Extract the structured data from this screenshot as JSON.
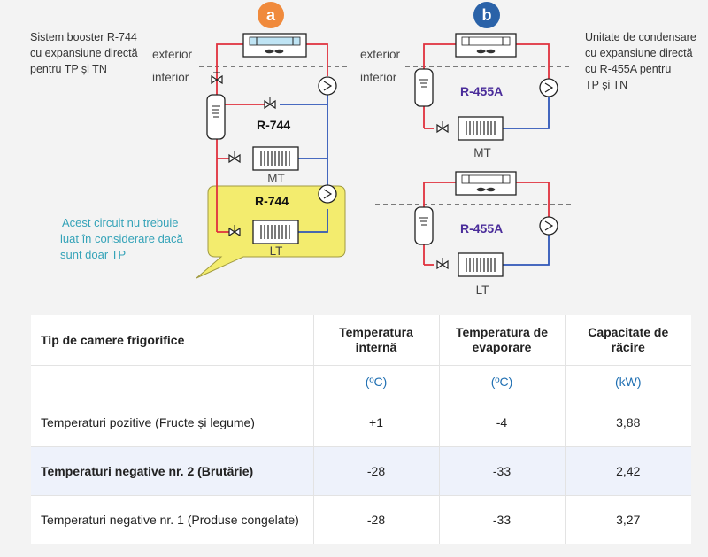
{
  "markers": {
    "a": "a",
    "b": "b"
  },
  "captions": {
    "left": [
      "Sistem booster R-744",
      "cu expansiune directă",
      "pentru TP și TN"
    ],
    "right": [
      "Unitate de condensare",
      "cu expansiune directă",
      "cu R-455A pentru",
      "TP și TN"
    ]
  },
  "zones": {
    "exterior": "exterior",
    "interior": "interior"
  },
  "refrigerants": {
    "co2": "R-744",
    "hfo": "R-455A"
  },
  "evaporators": {
    "mt": "MT",
    "lt": "LT"
  },
  "note": [
    "Acest circuit nu trebuie",
    "luat în considerare dacă",
    "sunt doar TP"
  ],
  "colors": {
    "orange": "#f08a3c",
    "blue_badge": "#2a62a8",
    "highlight": "#f3ec6e",
    "note_text": "#35a3b8",
    "red_line": "#e0313d",
    "blue_line": "#2f56b8",
    "header_blue": "#1f6fb2",
    "purple": "#4a2c9a"
  },
  "icons": [
    "condenser-fan-icon",
    "compressor-icon",
    "receiver-icon",
    "expansion-valve-icon",
    "evaporator-icon"
  ],
  "table": {
    "headers": {
      "type": "Tip de camere frigorifice",
      "internal": [
        "Temperatura",
        "internă"
      ],
      "evaporation": [
        "Temperatura de",
        "evaporare"
      ],
      "capacity": [
        "Capacitate de",
        "răcire"
      ]
    },
    "units": {
      "internal": "(ºC)",
      "evaporation": "(ºC)",
      "capacity": "(kW)"
    },
    "rows": [
      {
        "type": "Temperaturi pozitive (Fructe și legume)",
        "internal": "+1",
        "evaporation": "-4",
        "capacity": "3,88"
      },
      {
        "type": "Temperaturi negative nr. 2 (Brutărie)",
        "internal": "-28",
        "evaporation": "-33",
        "capacity": "2,42"
      },
      {
        "type": "Temperaturi negative nr. 1 (Produse congelate)",
        "internal": "-28",
        "evaporation": "-33",
        "capacity": "3,27"
      }
    ]
  }
}
